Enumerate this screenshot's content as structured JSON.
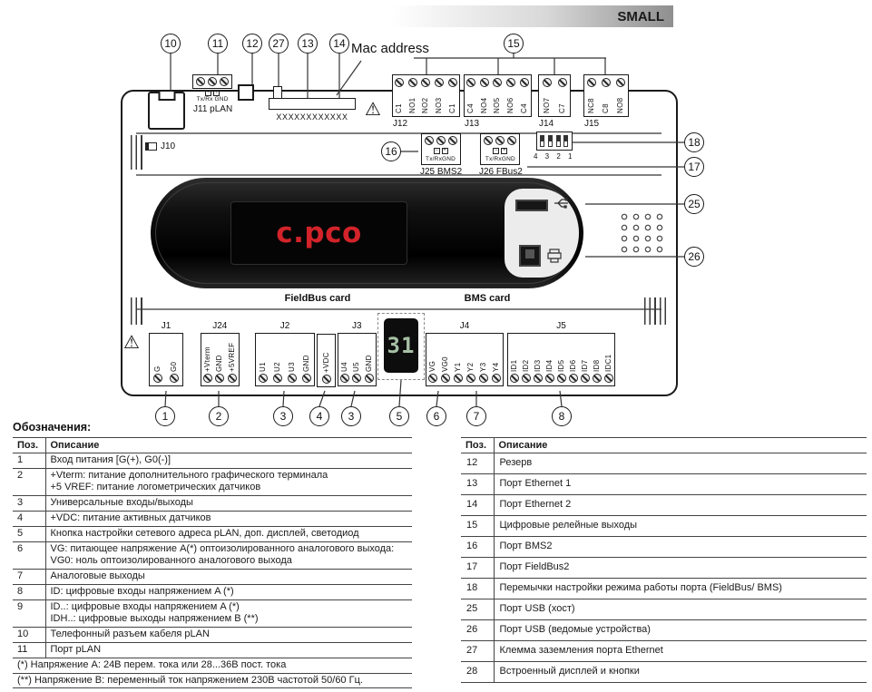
{
  "badge": {
    "label": "SMALL"
  },
  "colors": {
    "logo_red": "#d2232a",
    "display_green": "#a6c0a6",
    "badge_gray": "#8f8f8f"
  },
  "diagram": {
    "mac_address_label": "Mac address",
    "mac_value": "XXXXXXXXXXXX",
    "fieldbus_card_label": "FieldBus card",
    "bms_card_label": "BMS card",
    "logo_text": "c.pco",
    "display_value": "31",
    "dip_numbers": "4 3 2 1",
    "j10_label": "J10",
    "blocks": {
      "j11": {
        "name": "J11 pLAN",
        "pins_label": "Tx/Rx GND"
      },
      "j12": {
        "name": "J12",
        "pins": [
          "C1",
          "NO1",
          "NO2",
          "NO3",
          "C1"
        ]
      },
      "j13": {
        "name": "J13",
        "pins": [
          "C4",
          "NO4",
          "NO5",
          "NO6",
          "C4"
        ]
      },
      "j14": {
        "name": "J14",
        "pins": [
          "NO7",
          "C7"
        ]
      },
      "j15": {
        "name": "J15",
        "pins": [
          "NC8",
          "C8",
          "NO8"
        ]
      },
      "j25": {
        "name": "J25 BMS2",
        "pins_label": "Tx/RxGND"
      },
      "j26": {
        "name": "J26 FBus2",
        "pins_label": "Tx/RxGND"
      },
      "j1": {
        "name": "J1",
        "pins": [
          "G",
          "G0"
        ]
      },
      "j24": {
        "name": "J24",
        "pins": [
          "+Vterm",
          "GND",
          "+5VREF"
        ]
      },
      "j2": {
        "name": "J2",
        "pins": [
          "U1",
          "U2",
          "U3",
          "GND"
        ]
      },
      "vdc": {
        "pins": [
          "+VDC"
        ]
      },
      "j3": {
        "name": "J3",
        "pins": [
          "U4",
          "U5",
          "GND"
        ]
      },
      "j4": {
        "name": "J4",
        "pins": [
          "VG",
          "VG0",
          "Y1",
          "Y2",
          "Y3",
          "Y4"
        ]
      },
      "j5": {
        "name": "J5",
        "pins": [
          "ID1",
          "ID2",
          "ID3",
          "ID4",
          "ID5",
          "ID6",
          "ID7",
          "ID8",
          "IDC1"
        ]
      }
    },
    "callouts": {
      "top": [
        "10",
        "11",
        "12",
        "27",
        "13",
        "14",
        "15"
      ],
      "mid": [
        "16"
      ],
      "right": [
        "18",
        "17",
        "25",
        "26"
      ],
      "bottom": [
        "1",
        "2",
        "3",
        "4",
        "3",
        "5",
        "6",
        "7",
        "8"
      ]
    }
  },
  "legend": {
    "title": "Обозначения:",
    "headers": {
      "pos": "Поз.",
      "desc": "Описание"
    },
    "left_rows": [
      {
        "pos": "1",
        "desc": "Вход питания [G(+), G0(-)]"
      },
      {
        "pos": "2",
        "desc": "+Vterm: питание дополнительного графического терминала\n+5 VREF: питание логометрических датчиков"
      },
      {
        "pos": "3",
        "desc": "Универсальные входы/выходы"
      },
      {
        "pos": "4",
        "desc": "+VDC: питание активных датчиков"
      },
      {
        "pos": "5",
        "desc": "Кнопка настройки сетевого адреса pLAN, доп. дисплей, светодиод"
      },
      {
        "pos": "6",
        "desc": "VG: питающее напряжение A(*) оптоизолированного аналогового выхода:\nVG0: ноль оптоизолированного аналогового выхода"
      },
      {
        "pos": "7",
        "desc": "Аналоговые выходы"
      },
      {
        "pos": "8",
        "desc": "ID: цифровые входы напряжением A (*)"
      },
      {
        "pos": "9",
        "desc": "ID..: цифровые входы напряжением A (*)\nIDH..: цифровые выходы напряжением B (**)"
      },
      {
        "pos": "10",
        "desc": "Телефонный разъем кабеля pLAN"
      },
      {
        "pos": "11",
        "desc": "Порт pLAN"
      }
    ],
    "footnotes": [
      "(*) Напряжение A: 24В перем. тока или 28...36В пост. тока",
      "(**) Напряжение B: переменный ток напряжением 230В частотой 50/60 Гц."
    ],
    "right_rows": [
      {
        "pos": "12",
        "desc": "Резерв"
      },
      {
        "pos": "13",
        "desc": "Порт Ethernet 1"
      },
      {
        "pos": "14",
        "desc": "Порт Ethernet 2"
      },
      {
        "pos": "15",
        "desc": "Цифровые релейные выходы"
      },
      {
        "pos": "16",
        "desc": "Порт BMS2"
      },
      {
        "pos": "17",
        "desc": "Порт FieldBus2"
      },
      {
        "pos": "18",
        "desc": "Перемычки настройки режима работы порта (FieldBus/ BMS)"
      },
      {
        "pos": "25",
        "desc": "Порт USB (хост)"
      },
      {
        "pos": "26",
        "desc": "Порт USB (ведомые устройства)"
      },
      {
        "pos": "27",
        "desc": "Клемма заземления порта Ethernet"
      },
      {
        "pos": "28",
        "desc": "Встроенный дисплей и кнопки"
      }
    ]
  }
}
